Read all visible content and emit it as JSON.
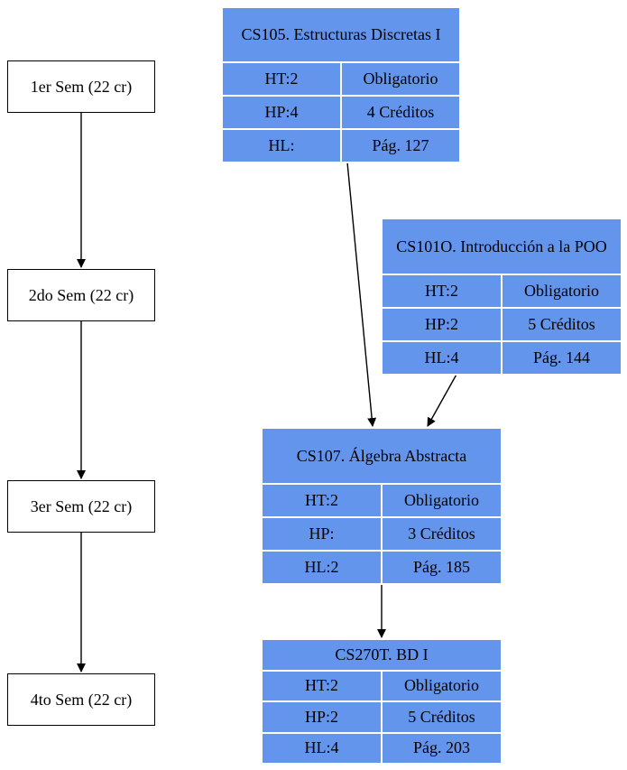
{
  "semesters": [
    {
      "label": "1er Sem (22 cr)"
    },
    {
      "label": "2do Sem (22 cr)"
    },
    {
      "label": "3er Sem (22 cr)"
    },
    {
      "label": "4to Sem (22 cr)"
    }
  ],
  "courses": [
    {
      "title": "CS105. Estructuras Discretas I",
      "ht": "HT:2",
      "hp": "HP:4",
      "hl": "HL:",
      "type": "Obligatorio",
      "credits": "4 Créditos",
      "page": "Pág. 127"
    },
    {
      "title": "CS101O. Introducción a la POO",
      "ht": "HT:2",
      "hp": "HP:2",
      "hl": "HL:4",
      "type": "Obligatorio",
      "credits": "5 Créditos",
      "page": "Pág. 144"
    },
    {
      "title": "CS107. Álgebra Abstracta",
      "ht": "HT:2",
      "hp": "HP:",
      "hl": "HL:2",
      "type": "Obligatorio",
      "credits": "3 Créditos",
      "page": "Pág. 185"
    },
    {
      "title": "CS270T. BD I",
      "ht": "HT:2",
      "hp": "HP:2",
      "hl": "HL:4",
      "type": "Obligatorio",
      "credits": "5 Créditos",
      "page": "Pág. 203"
    }
  ],
  "colors": {
    "node_fill": "#6495ed",
    "edge": "#000000"
  }
}
